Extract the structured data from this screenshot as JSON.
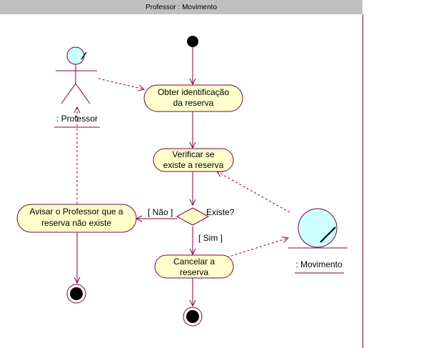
{
  "window": {
    "title": "Professor : Movimento"
  },
  "colors": {
    "line": "#800040",
    "activity_fill": "#ffffcc",
    "object_fill": "#ccffff",
    "title_bar": "#c0c0c0"
  },
  "actor": {
    "name": ": Professor",
    "icon": "actor-stick-figure-icon"
  },
  "object": {
    "name": ": Movimento",
    "icon": "entity-object-icon"
  },
  "activities": {
    "obter": {
      "line1": "Obter identificação",
      "line2": "da reserva"
    },
    "verificar": {
      "line1": "Verificar se",
      "line2": "existe a reserva"
    },
    "avisar": {
      "line1": "Avisar o Professor que a",
      "line2": "reserva não existe"
    },
    "cancelar": {
      "line1": "Cancelar a",
      "line2": "reserva"
    }
  },
  "decision": {
    "label": "Existe?",
    "guard_no": "[ Não ]",
    "guard_yes": "[ Sim ]"
  }
}
